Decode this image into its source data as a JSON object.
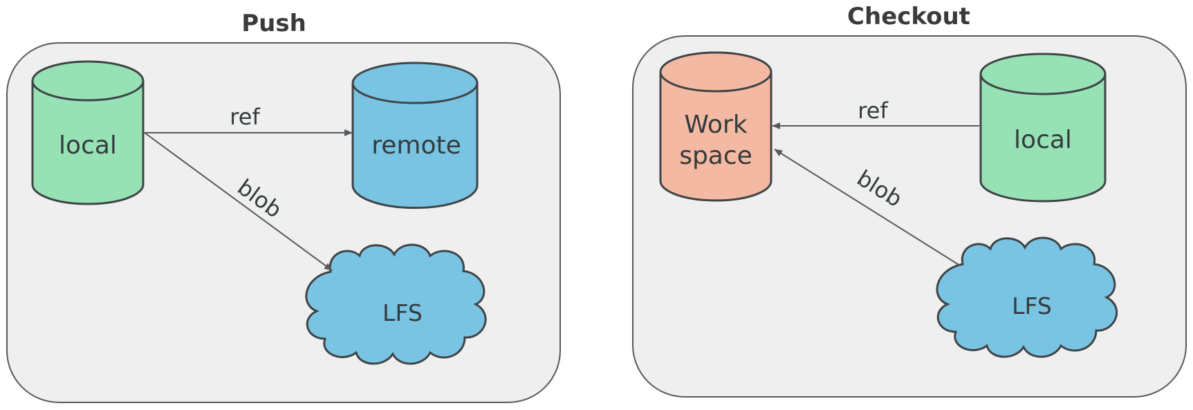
{
  "colors": {
    "panel_fill": "#efefef",
    "local_fill": "#96e2b5",
    "remote_fill": "#79c3e3",
    "workspace_fill": "#f4b9a3",
    "lfs_fill": "#79c3e3"
  },
  "push": {
    "title": "Push",
    "local_label": "local",
    "remote_label": "remote",
    "lfs_label": "LFS",
    "ref_label": "ref",
    "blob_label": "blob"
  },
  "checkout": {
    "title": "Checkout",
    "workspace_label_line1": "Work",
    "workspace_label_line2": "space",
    "local_label": "local",
    "lfs_label": "LFS",
    "ref_label": "ref",
    "blob_label": "blob"
  }
}
